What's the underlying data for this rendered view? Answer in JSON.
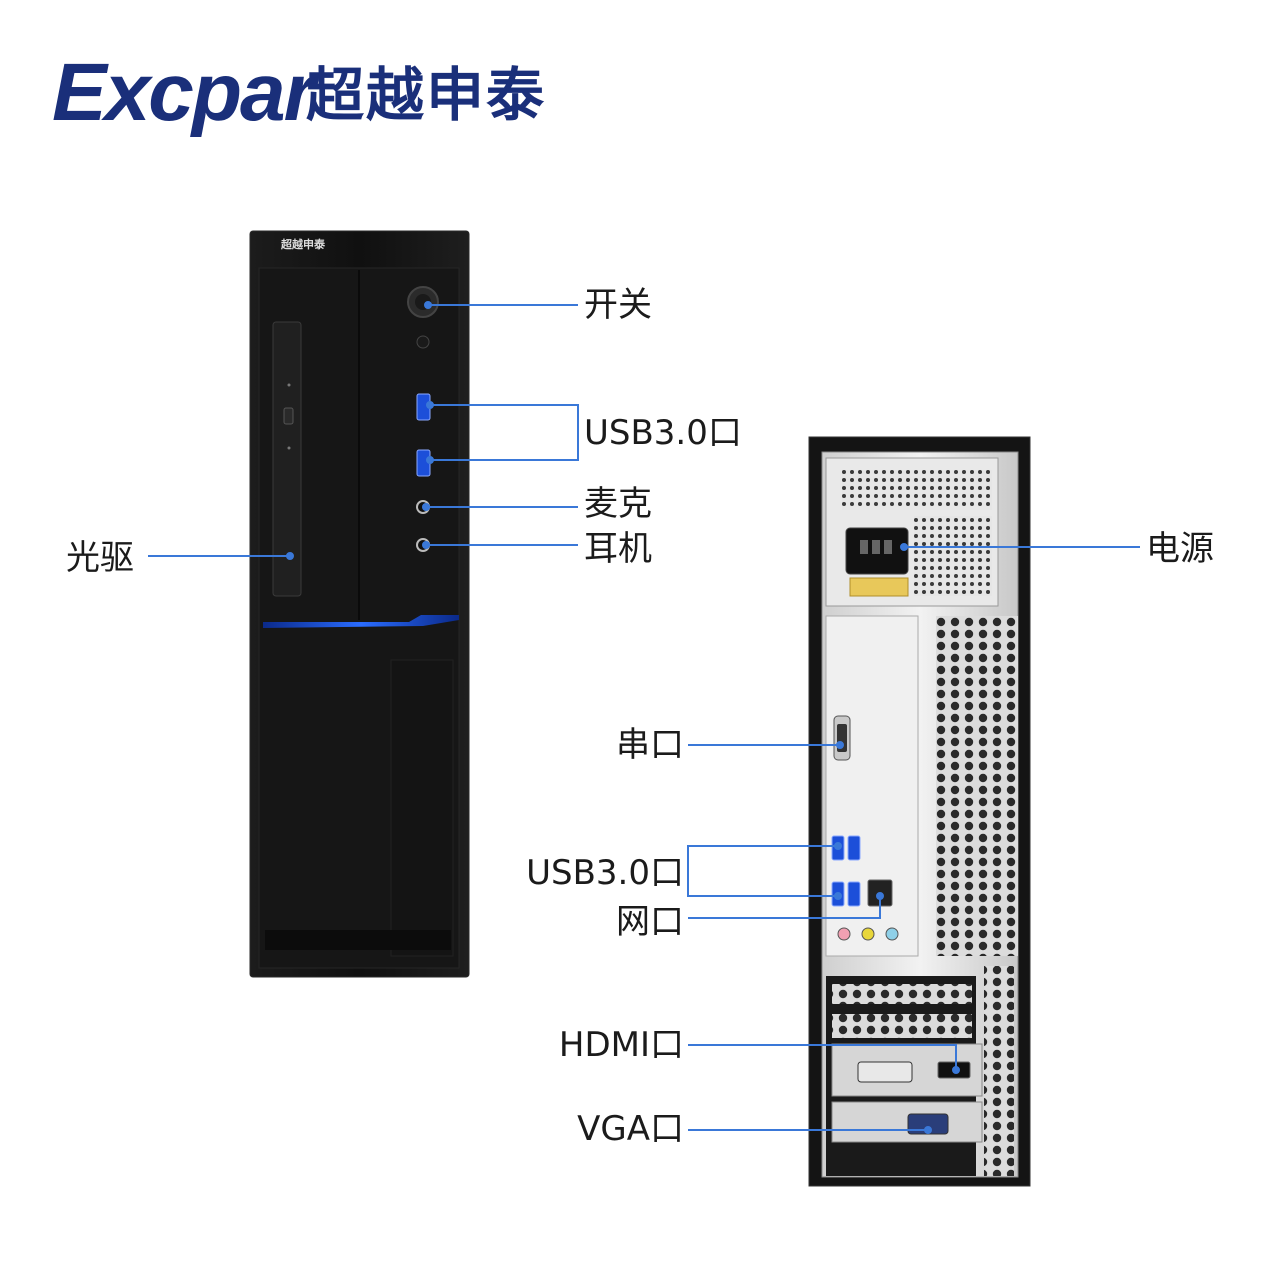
{
  "brand": {
    "logo_en": "Excpar",
    "logo_cn": "超越申泰",
    "case_badge": "超越申泰"
  },
  "colors": {
    "brand_blue": "#1a2f7a",
    "line_blue": "#3a78d8",
    "case_black": "#111111",
    "accent_blue": "#2a6cff"
  },
  "front_labels": {
    "power": "开关",
    "usb": "USB3.0口",
    "mic": "麦克",
    "headphone": "耳机",
    "optical": "光驱"
  },
  "back_labels": {
    "psu": "电源",
    "serial": "串口",
    "usb": "USB3.0口",
    "lan": "网口",
    "hdmi": "HDMI口",
    "vga": "VGA口"
  },
  "icons": [
    "power-button-icon",
    "usb-port-icon",
    "audio-jack-icon",
    "optical-drive-icon",
    "power-socket-icon",
    "serial-port-icon",
    "ethernet-port-icon",
    "hdmi-port-icon",
    "vga-port-icon"
  ]
}
